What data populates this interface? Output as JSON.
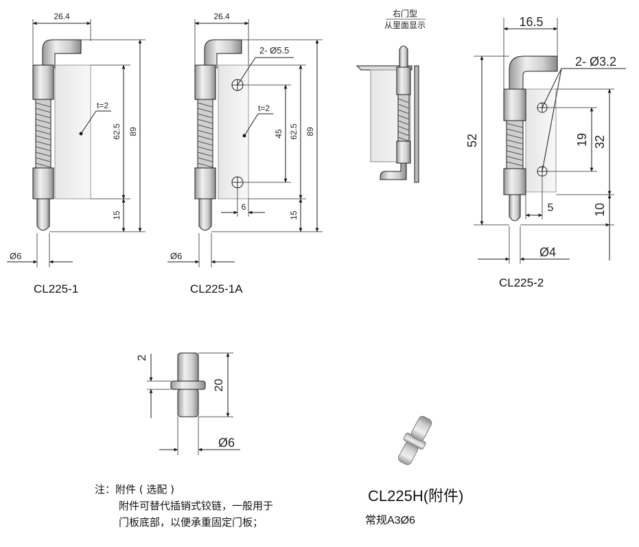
{
  "colors": {
    "line": "#1a1a1a",
    "metal_light": "#dcdcdc",
    "metal_dark": "#8a8a8a",
    "plate": "#f2f2f2"
  },
  "cl225_1": {
    "label": "CL225-1",
    "dims": {
      "width_top": "26.4",
      "thickness": "t=2",
      "d_body": "62.5",
      "d_total": "89",
      "d_pin": "15",
      "dia": "Ø6"
    }
  },
  "cl225_1a": {
    "label": "CL225-1A",
    "dims": {
      "width_top": "26.4",
      "holes": "2- Ø5.5",
      "thickness": "t=2",
      "d_holes": "45",
      "d_body": "62.5",
      "d_total": "89",
      "d_pin": "15",
      "offset": "6",
      "dia": "Ø6"
    }
  },
  "right_door": {
    "line1": "右门型",
    "line2": "从里面显示"
  },
  "cl225_2": {
    "label": "CL225-2",
    "dims": {
      "width_top": "16.5",
      "holes": "2- Ø3.2",
      "d_total": "52",
      "d_holes": "19",
      "d_body": "32",
      "d_pin": "10",
      "offset": "5",
      "dia": "Ø4"
    }
  },
  "accessory": {
    "dims": {
      "shoulder": "2",
      "length": "20",
      "dia": "Ø6"
    }
  },
  "note": {
    "line1": "注：附件 ( 选配 )",
    "line2": "附件可替代插销式铰链，一般用于",
    "line3": "门板底部，以便承重固定门板；"
  },
  "accessory_caption": {
    "title": "CL225H(附件)",
    "subtitle": "常规A3Ø6"
  }
}
